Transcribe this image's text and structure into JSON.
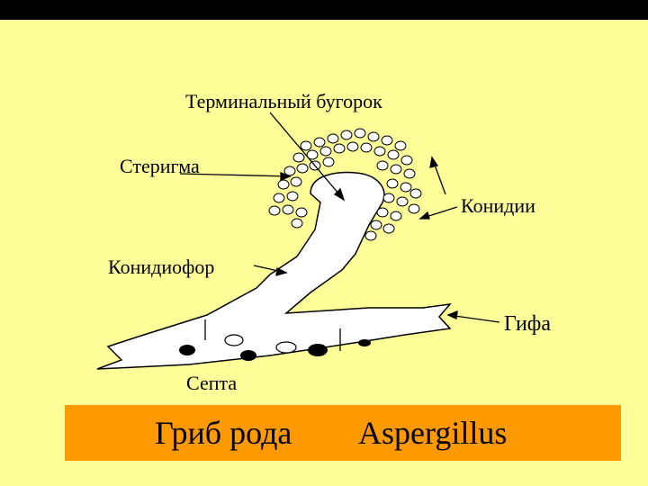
{
  "labels": {
    "terminal_tubercle": "Терминальный бугорок",
    "sterigma": "Стеригма",
    "conidia": "Конидии",
    "conidiophore": "Конидиофор",
    "hypha": "Гифа",
    "septum": "Септа"
  },
  "caption": {
    "left": "Гриб рода",
    "right": "Aspergillus"
  },
  "colors": {
    "background": "#FFFF99",
    "caption_bar": "#FF9900",
    "frame": "#000000"
  }
}
